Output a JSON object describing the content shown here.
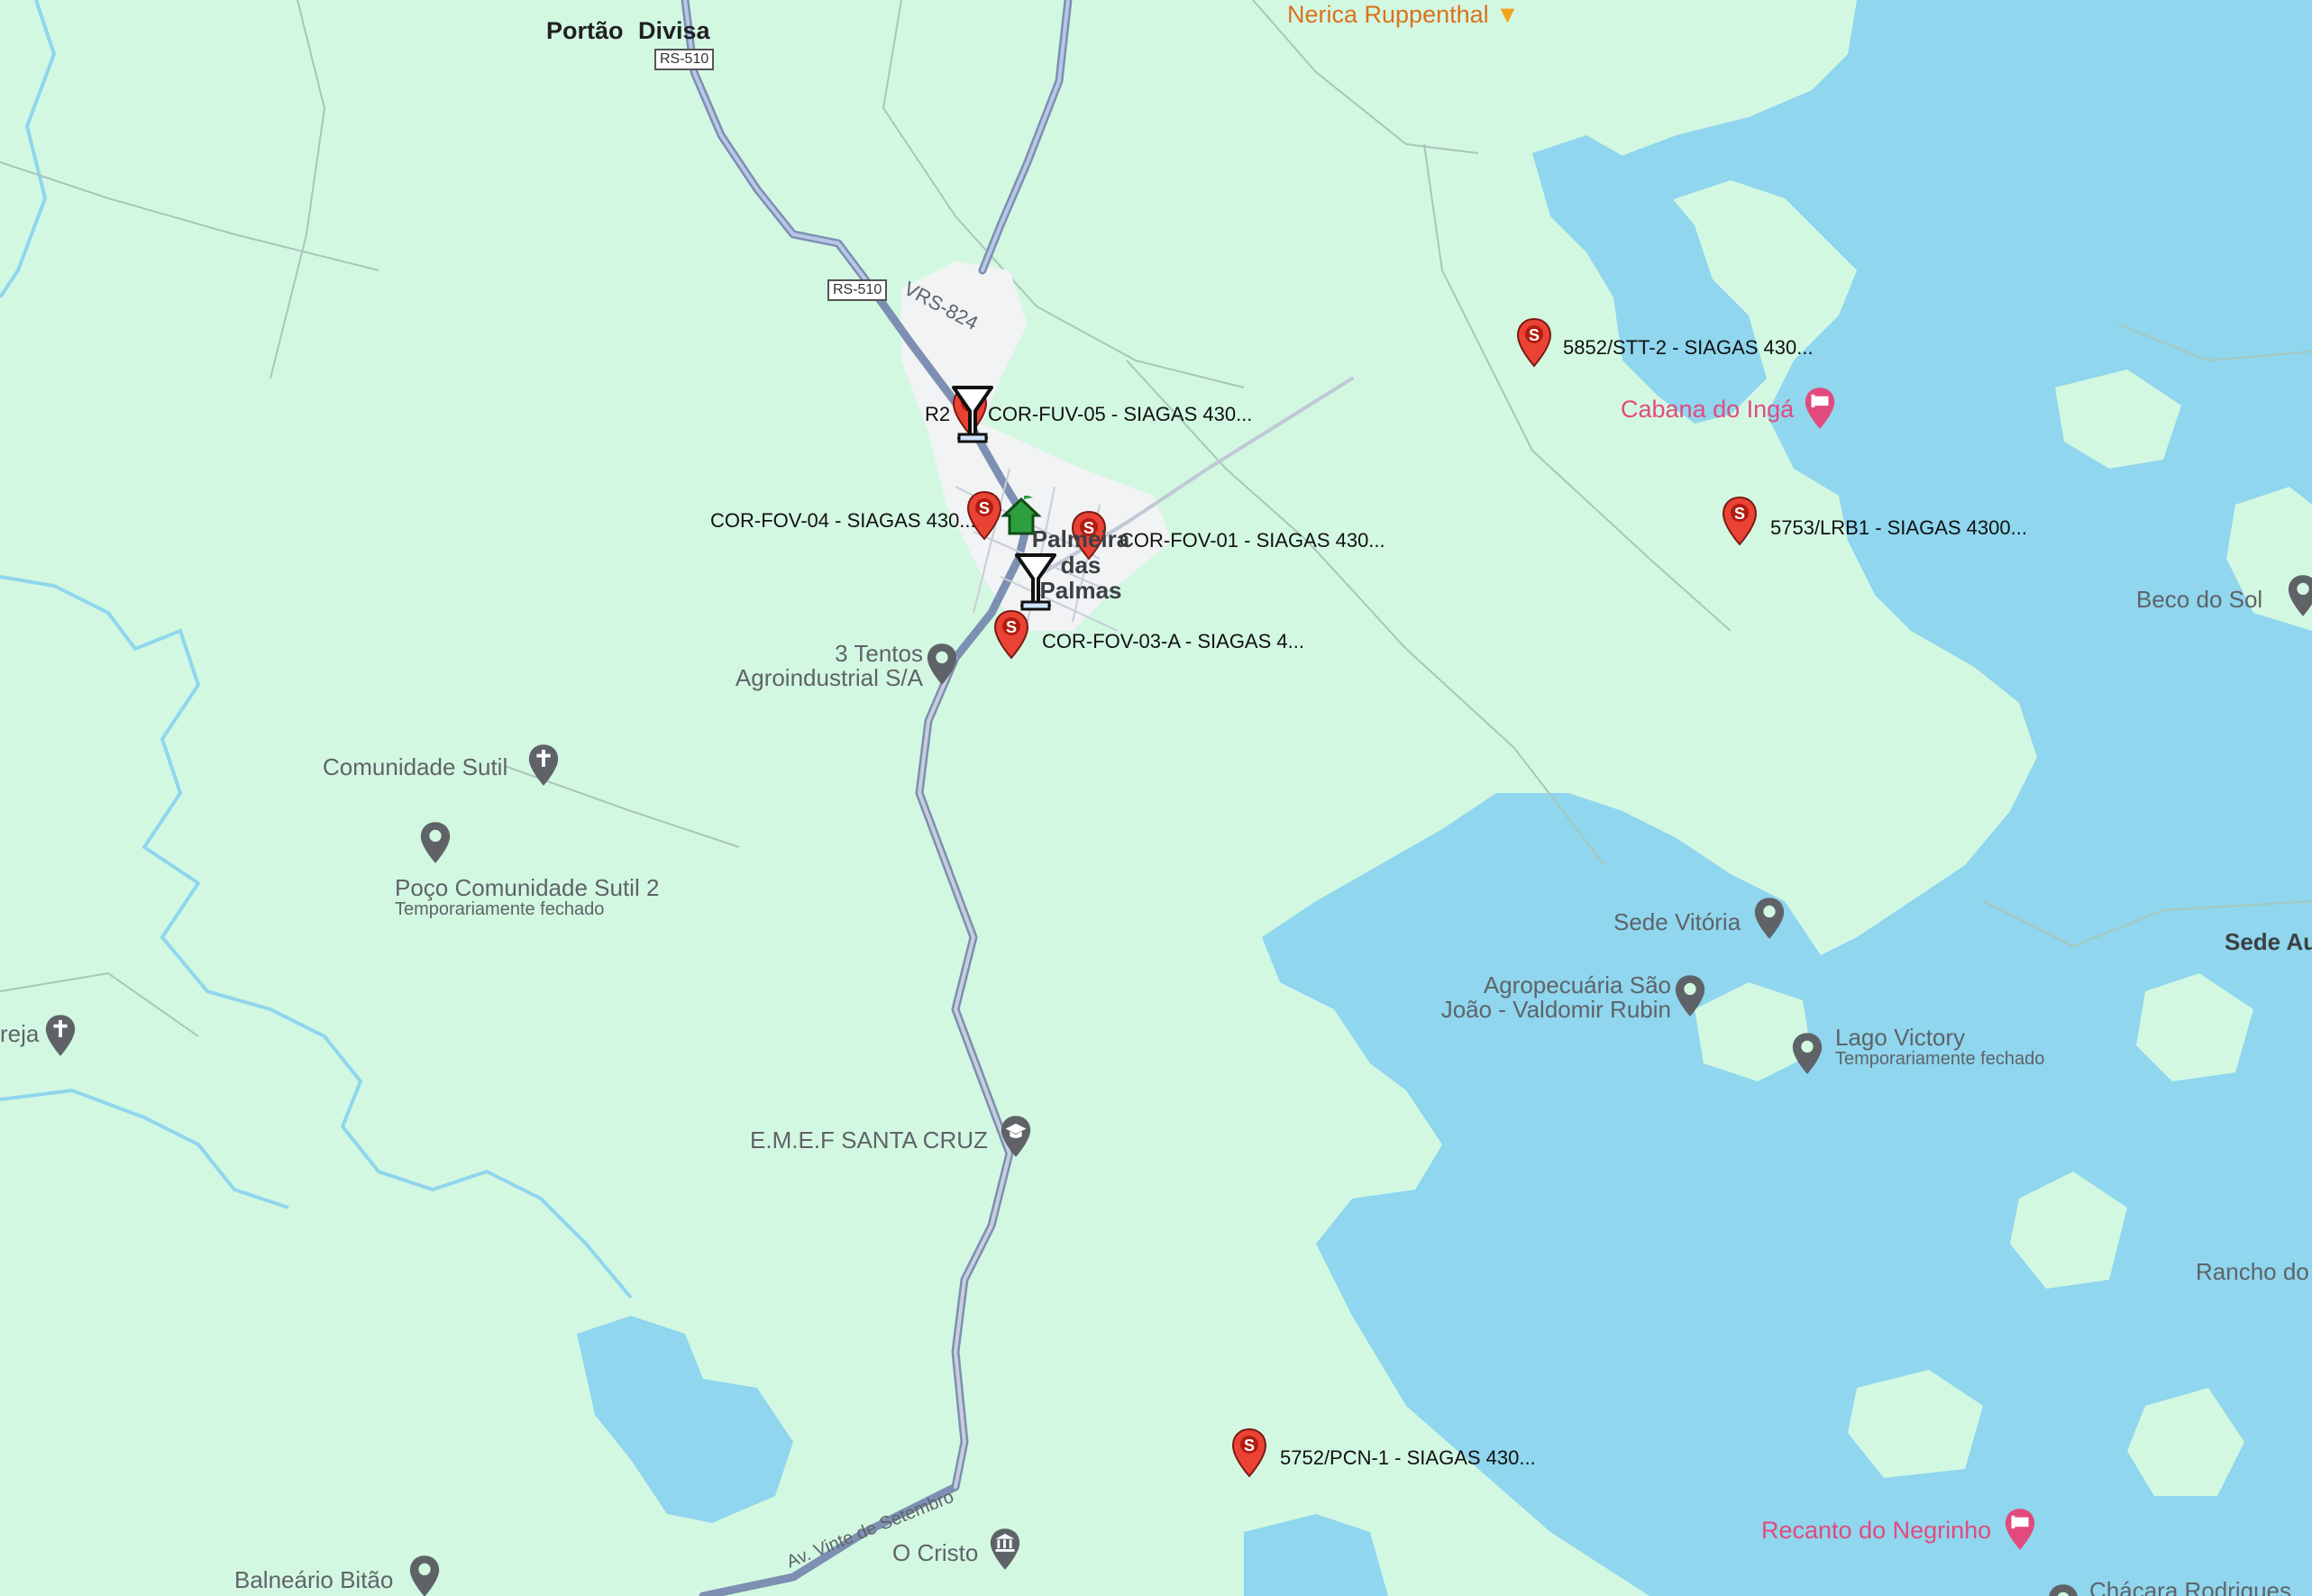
{
  "map": {
    "colors": {
      "land": "#d3f8e2",
      "water": "#8fd6ee",
      "road": "#a9b4c9",
      "town": "#f1f3f4",
      "marker": "#ea4335",
      "pink": "#e24a7e"
    },
    "places": {
      "portao": "Portão",
      "divisa": "Divisa",
      "nerica": "Nerica Ruppenthal",
      "town": "Palmeira das Palmas",
      "tentos_1": "3 Tentos",
      "tentos_2": "Agroindustrial S/A",
      "sutil": "Comunidade Sutil",
      "poco": "Poço Comunidade Sutil 2",
      "poco_status": "Temporariamente fechado",
      "igreja": "reja",
      "emef": "E.M.E.F SANTA CRUZ",
      "balneario": "Balneário Bitão",
      "cristo": "O Cristo",
      "sede_vitoria": "Sede Vitória",
      "agro_1": "Agropecuária São",
      "agro_2": "João - Valdomir Rubin",
      "lago": "Lago Victory",
      "lago_status": "Temporariamente fechado",
      "cabana": "Cabana do Ingá",
      "beco": "Beco do Sol",
      "sede_au": "Sede Au",
      "rancho": "Rancho do",
      "recanto": "Recanto do Negrinho",
      "chacara": "Chácara Rodrigues",
      "avenida": "Av. Vinte de Setembro",
      "r2": "R2"
    },
    "roads": {
      "rs510_top": "RS-510",
      "rs510_mid": "RS-510",
      "vrs824": "VRS-824"
    },
    "wells": [
      {
        "label": "COR-FUV-05 - SIAGAS 430..."
      },
      {
        "label": "COR-FOV-04 - SIAGAS 430..."
      },
      {
        "label": "COR-FOV-01 - SIAGAS 430..."
      },
      {
        "label": "COR-FOV-03-A - SIAGAS 4..."
      },
      {
        "label": "5852/STT-2 - SIAGAS 430..."
      },
      {
        "label": "5753/LRB1 - SIAGAS 4300..."
      },
      {
        "label": "5752/PCN-1 - SIAGAS 430..."
      }
    ],
    "marker_glyph": "S",
    "icons": [
      "red-pin-icon",
      "cocktail-icon",
      "green-house-icon",
      "gray-pin-icon",
      "hotel-icon",
      "church-icon",
      "school-icon",
      "museum-icon",
      "caution-arrow-icon"
    ]
  }
}
